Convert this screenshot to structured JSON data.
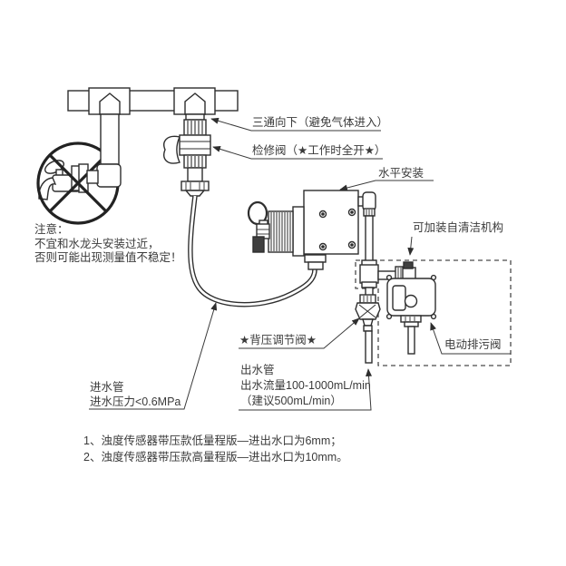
{
  "diagram": {
    "title_context": "turbidity-sensor-installation-diagram",
    "colors": {
      "line": "#2e2e2e",
      "text": "#3a3a3a",
      "background": "#ffffff"
    },
    "labels": {
      "tee_down": "三通向下（避免气体进入）",
      "service_valve": "检修阀（★工作时全开★）",
      "horizontal_install": "水平安装",
      "self_clean": "可加装自清洁机构",
      "back_pressure_valve": "★背压调节阀★",
      "electric_drain_valve": "电动排污阀"
    },
    "notice": {
      "title": "注意：",
      "line1": "不宜和水龙头安装过近，",
      "line2": "否则可能出现测量值不稳定！"
    },
    "inlet": {
      "title": "进水管",
      "line": "进水压力<0.6MPa"
    },
    "outlet": {
      "title": "出水管",
      "line1": "出水流量100-1000mL/min",
      "line2": "（建议500mL/min）"
    },
    "notes": {
      "note1": "1、浊度传感器带压款低量程版—进出水口为6mm；",
      "note2": "2、浊度传感器带压款高量程版—进出水口为10mm。"
    }
  }
}
